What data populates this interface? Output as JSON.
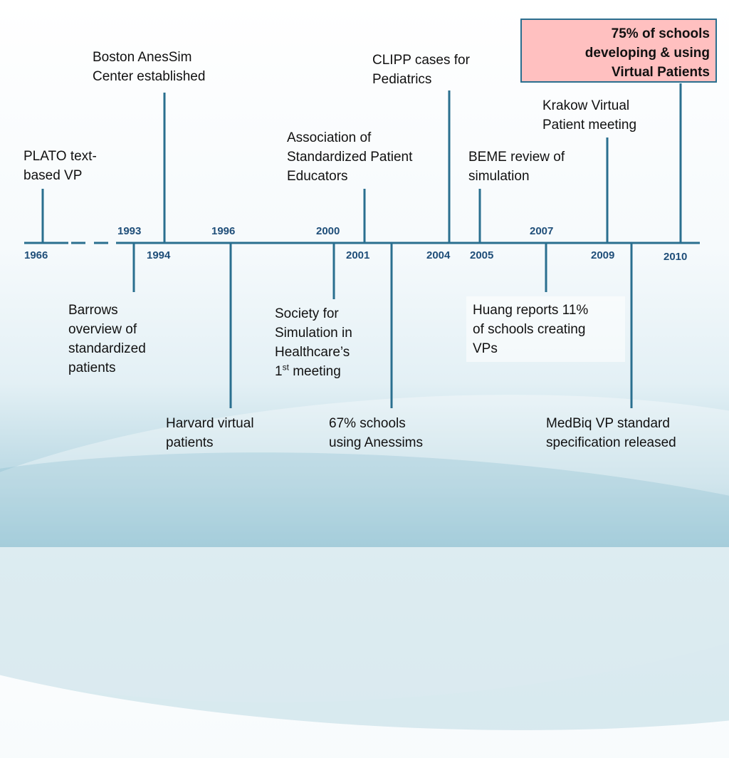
{
  "years": {
    "y1966": "1966",
    "y1993": "1993",
    "y1994": "1994",
    "y1996": "1996",
    "y2000": "2000",
    "y2001": "2001",
    "y2004": "2004",
    "y2005": "2005",
    "y2007": "2007",
    "y2009": "2009",
    "y2010": "2010"
  },
  "events": {
    "plato": [
      "PLATO text-",
      "based VP"
    ],
    "boston": [
      "Boston AnesSim",
      "Center established"
    ],
    "aspe": [
      "Association of",
      "Standardized Patient",
      "Educators"
    ],
    "clipp": [
      "CLIPP cases for",
      "Pediatrics"
    ],
    "beme": [
      "BEME review of",
      "simulation"
    ],
    "krakow": [
      "Krakow Virtual",
      "Patient meeting"
    ],
    "callout": [
      "75% of schools",
      "developing & using",
      "Virtual Patients"
    ],
    "barrows": [
      "Barrows",
      "overview of",
      "standardized",
      "patients"
    ],
    "ssih": {
      "line1": "Society for",
      "line2": "Simulation in",
      "line3": "Healthcare’s",
      "line4_prefix": "1",
      "line4_sup": "st",
      "line4_suffix": " meeting"
    },
    "huang": [
      "Huang reports 11%",
      "of schools creating",
      "VPs"
    ],
    "harvard": [
      "Harvard virtual",
      "patients"
    ],
    "anessims": [
      "67% schools",
      "using Anessims"
    ],
    "medbiq": [
      "MedBiq VP standard",
      "specification released"
    ]
  },
  "colors": {
    "line": "#2a6f8f",
    "year_text": "#1f4e79",
    "callout_fill": "#ffc0c0"
  }
}
